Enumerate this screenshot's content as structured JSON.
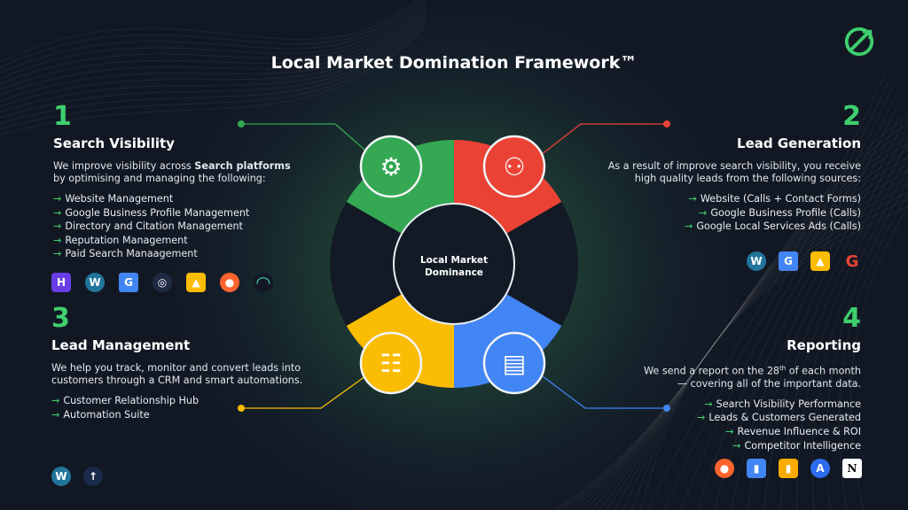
{
  "title": "Local Market Domination Framework™",
  "center": {
    "line1": "Local Market",
    "line2": "Dominance"
  },
  "colors": {
    "green": "#34a853",
    "red": "#ea4335",
    "yellow": "#fbbc04",
    "blue": "#4285f4",
    "accent": "#3ecf6e"
  },
  "sections": [
    {
      "number": "1",
      "heading": "Search Visibility",
      "text_pre": "We improve visibility across ",
      "text_bold": "Search platforms",
      "text_post": "by optimising and managing the following:",
      "items": [
        "Website Management",
        "Google Business Profile Management",
        "Directory and Citation Management",
        "Reputation Management",
        "Paid Search Manaagement"
      ],
      "icons": [
        "hostinger-icon",
        "wordpress-icon",
        "google-business-profile-icon",
        "brightlocal-icon",
        "google-ads-icon",
        "semrush-icon",
        "speed-gauge-icon"
      ]
    },
    {
      "number": "2",
      "heading": "Lead Generation",
      "text1": "As a result of improve search visibility, you receive",
      "text2": "high quality leads from the following sources:",
      "items": [
        "Website (Calls + Contact Forms)",
        "Google Business Profile (Calls)",
        "Google Local Services Ads (Calls)"
      ],
      "icons": [
        "wordpress-icon",
        "google-business-profile-icon",
        "google-ads-icon",
        "google-icon"
      ]
    },
    {
      "number": "3",
      "heading": "Lead Management",
      "text1": "We help you track, monitor and convert leads into",
      "text2": "customers through a CRM and smart automations.",
      "items": [
        "Customer Relationship Hub",
        "Automation Suite"
      ],
      "icons": [
        "wordpress-icon",
        "gohighlevel-icon"
      ]
    },
    {
      "number": "4",
      "heading": "Reporting",
      "text1a": "We send a report on the 28",
      "text1sup": "th",
      "text1b": " of each month",
      "text2": "— covering all of the important data.",
      "items": [
        "Search Visibility Performance",
        "Leads & Customers Generated",
        "Revenue Influence & ROI",
        "Competitor Intelligence"
      ],
      "icons": [
        "semrush-icon",
        "looker-studio-icon",
        "google-analytics-icon",
        "agency-analytics-icon",
        "notion-icon"
      ]
    }
  ],
  "arrow": "→"
}
